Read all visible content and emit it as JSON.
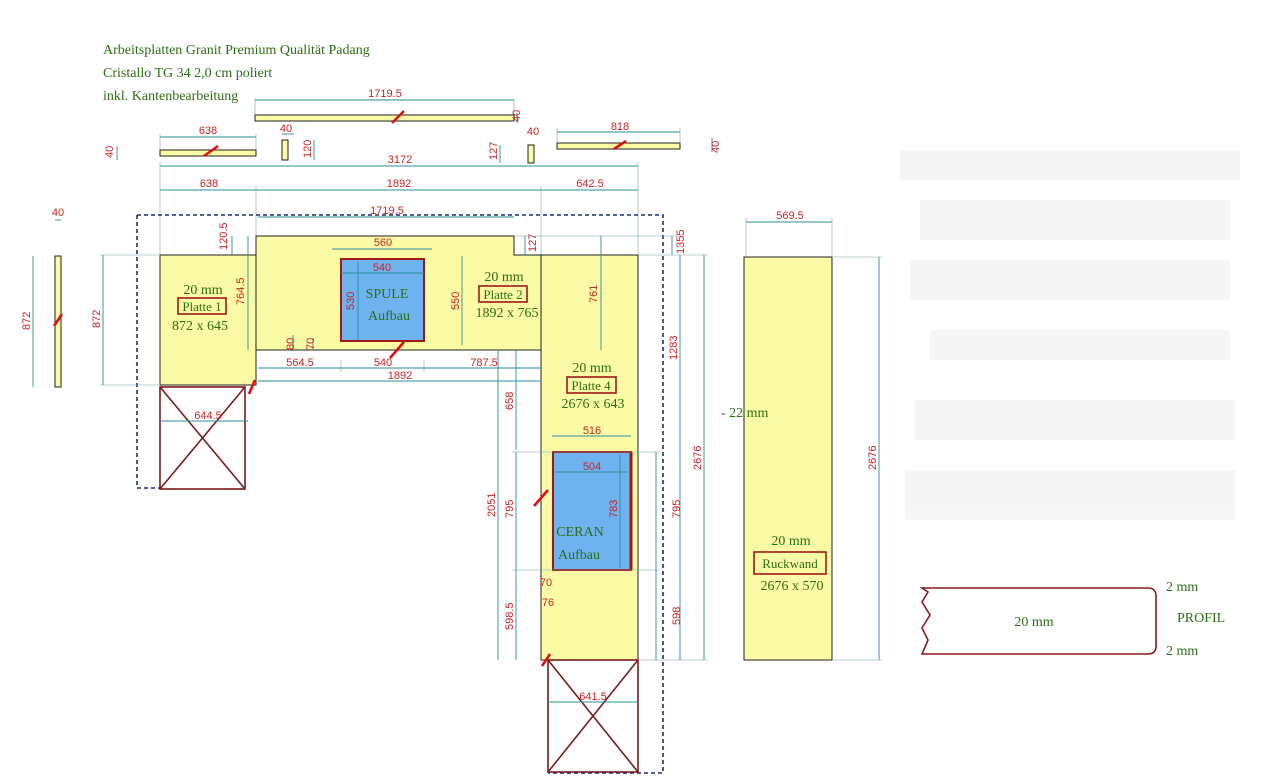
{
  "header": {
    "line1": "Arbeitsplatten Granit Premium Qualität Padang",
    "line2": "Cristallo TG 34 2,0 cm poliert",
    "line3": "inkl. Kantenbearbeitung"
  },
  "plates": {
    "p1": {
      "thickness": "20 mm",
      "name": "Platte 1",
      "size": "872 x 645"
    },
    "p2": {
      "thickness": "20 mm",
      "name": "Platte 2",
      "size": "1892 x 765"
    },
    "p4": {
      "thickness": "20 mm",
      "name": "Platte 4",
      "size": "2676 x 643"
    },
    "back": {
      "thickness": "20 mm",
      "name": "Ruckwand",
      "size": "2676 x 570"
    }
  },
  "cutouts": {
    "sink": {
      "line1": "SPULE",
      "line2": "Aufbau"
    },
    "hob": {
      "line1": "CERAN",
      "line2": "Aufbau"
    }
  },
  "side_note": "- 22 mm",
  "profile": {
    "thickness": "20 mm",
    "top": "2 mm",
    "bottom": "2 mm",
    "label": "PROFIL"
  },
  "dims": {
    "d1719_top": "1719.5",
    "d638_top": "638",
    "d40_a": "40",
    "d40_b": "40",
    "d120": "120",
    "d40_c": "40",
    "d127_top": "127",
    "d40_d": "40",
    "d818": "818",
    "d40_e": "40",
    "d3172": "3172",
    "d638": "638",
    "d1892_top": "1892",
    "d642": "642.5",
    "d40_left": "40",
    "d1719_mid": "1719.5",
    "d569": "569.5",
    "d120_5": "120.5",
    "d560": "560",
    "d127_mid": "127",
    "d1355": "1355",
    "d540_top": "540",
    "d872_left": "872",
    "d872_b": "872",
    "d764": "764.5",
    "d530": "530",
    "d550": "550",
    "d761": "761",
    "d80": "80",
    "d70_a": "70",
    "d564": "564.5",
    "d540_b": "540",
    "d787": "787.5",
    "d1892_b": "1892",
    "d1283": "1283",
    "d644": "644.5",
    "d658": "658",
    "d516": "516",
    "d504": "504",
    "d2676_a": "2676",
    "d2676_b": "2676",
    "d783": "783",
    "d2051": "2051",
    "d795_a": "795",
    "d795_b": "795",
    "d70_b": "70",
    "d76": "76",
    "d598_5": "598.5",
    "d598": "598",
    "d641": "641.5"
  }
}
